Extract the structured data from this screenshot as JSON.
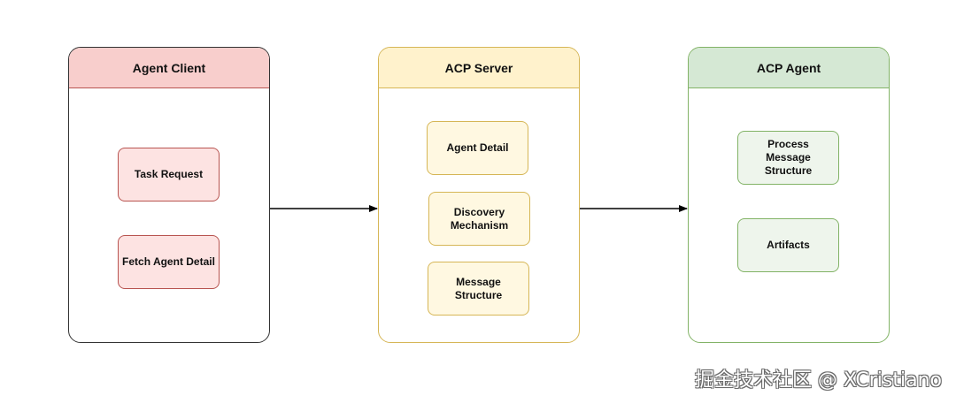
{
  "colors": {
    "client_header": "#f8cecc",
    "client_border": "#b85450",
    "server_header": "#fff2cc",
    "server_border": "#d6b656",
    "agent_header": "#d5e8d4",
    "agent_border": "#82b366",
    "arrow": "#000000"
  },
  "client": {
    "title": "Agent Client",
    "nodes": [
      "Task Request",
      "Fetch Agent Detail"
    ]
  },
  "server": {
    "title": "ACP Server",
    "nodes": [
      "Agent Detail",
      "Discovery\nMechanism",
      "Message\nStructure"
    ]
  },
  "agent": {
    "title": "ACP Agent",
    "nodes": [
      "Process\nMessage\nStructure",
      "Artifacts"
    ]
  },
  "watermark": "掘金技术社区 @ XCristiano"
}
